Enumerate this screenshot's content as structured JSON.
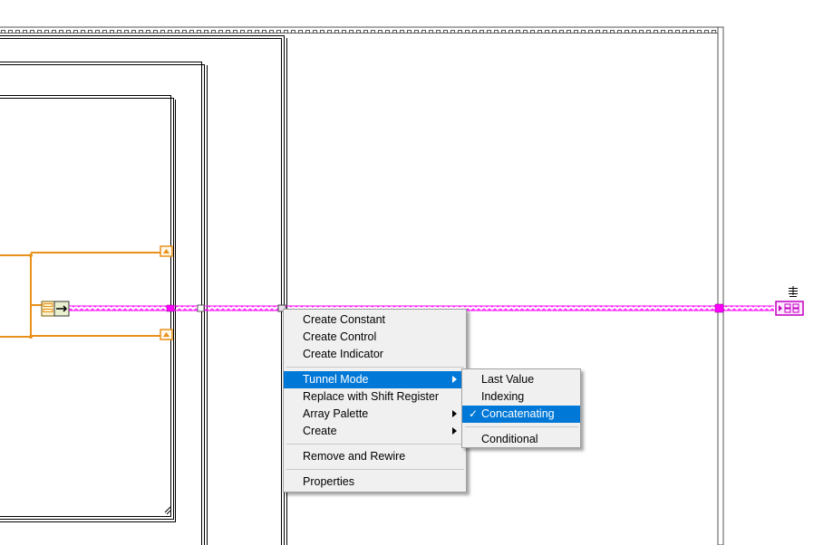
{
  "context_menu": {
    "items": [
      {
        "label": "Create Constant"
      },
      {
        "label": "Create Control"
      },
      {
        "label": "Create Indicator"
      },
      {
        "label": "Tunnel Mode"
      },
      {
        "label": "Replace with Shift Register"
      },
      {
        "label": "Array Palette"
      },
      {
        "label": "Create"
      },
      {
        "label": "Remove and Rewire"
      },
      {
        "label": "Properties"
      }
    ]
  },
  "tunnel_mode_submenu": {
    "items": [
      {
        "label": "Last Value"
      },
      {
        "label": "Indexing"
      },
      {
        "label": "Concatenating",
        "checked": true
      },
      {
        "label": "Conditional"
      }
    ],
    "check_mark": "✓"
  },
  "colors": {
    "wire_orange": "#e8901a",
    "wire_magenta": "#ff00ff",
    "highlight": "#0078d7"
  }
}
